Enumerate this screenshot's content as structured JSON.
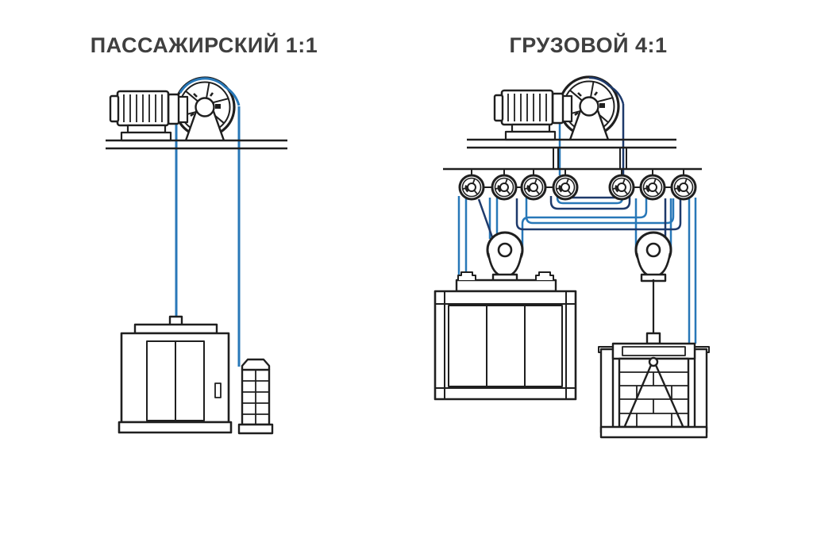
{
  "titles": {
    "passenger": "ПАССАЖИРСКИЙ 1:1",
    "freight": "ГРУЗОВОЙ 4:1"
  },
  "systems": {
    "passenger": {
      "label": "ПАССАЖИРСКИЙ",
      "roping_ratio": "1:1",
      "components": [
        "motor-icon",
        "traction-sheave-icon",
        "machine-floor",
        "car-rope",
        "counterweight-rope",
        "elevator-car",
        "car-doors",
        "counterweight"
      ]
    },
    "freight": {
      "label": "ГРУЗОВОЙ",
      "roping_ratio": "4:1",
      "components": [
        "motor-icon",
        "traction-sheave-icon",
        "machine-floor",
        "pulley-beam",
        "deflection-pulleys",
        "car-suspension-sheave",
        "counterweight-suspension-sheave",
        "elevator-car",
        "counterweight"
      ]
    }
  },
  "colors": {
    "outline": "#1f1f1f",
    "rope_light": "#2878b8",
    "rope_dark": "#1e3a6b",
    "title_text": "#3f3f3f",
    "background": "#ffffff"
  }
}
